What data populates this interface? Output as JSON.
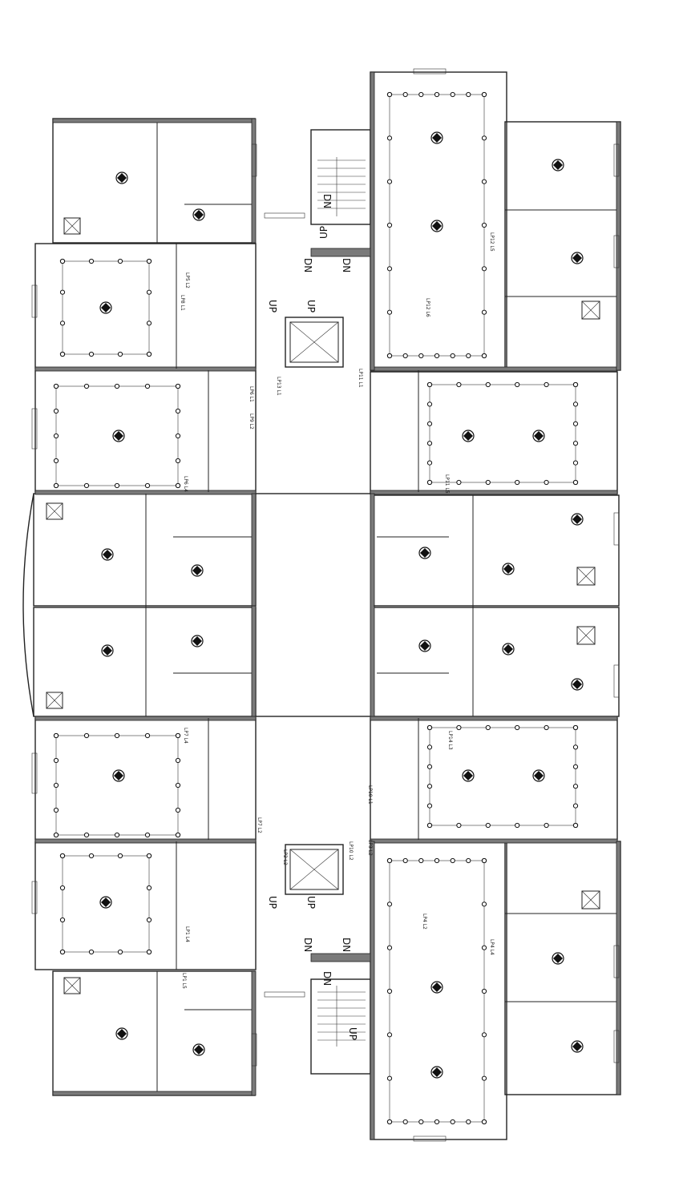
{
  "plan": {
    "stair_labels": {
      "up": "UP",
      "dn": "DN"
    },
    "circuit_labels": [
      "LP5 L2",
      "LP8 L1",
      "LP9 L2",
      "LP11 L1",
      "LP11 L5",
      "LP12 L5",
      "LP12 L6",
      "LP13 L1",
      "LP10 L2",
      "LP10 L1",
      "LP7 L4",
      "LP7 L2",
      "LP1 L4",
      "LP1 L5",
      "LP4 L4",
      "LP4 L2",
      "LP3 L2",
      "LP2 L2",
      "LP6 L1",
      "LP6 L4",
      "LP14 L3"
    ]
  }
}
